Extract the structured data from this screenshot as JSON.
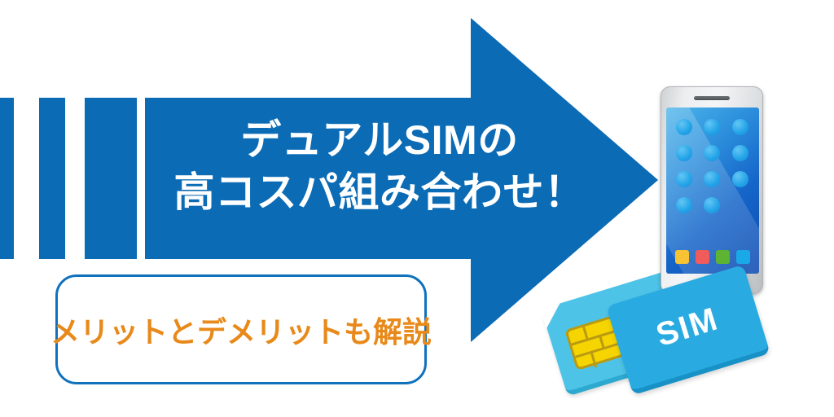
{
  "banner": {
    "headline_lines": [
      "デュアルSIMの",
      "高コスパ組み合わせ！"
    ],
    "subtitle": "メリットとデメリットも解説",
    "colors": {
      "brand_blue": "#0b6bb5",
      "box_border_blue": "#1071bd",
      "accent_orange": "#e8891a",
      "sim_front_blue": "#29abe2",
      "sim_back_blue": "#4ec3e8",
      "sim_chip_yellow": "#f5d400",
      "background": "#ffffff"
    }
  },
  "phone": {
    "app_dots": [
      "app-icon",
      "app-icon",
      "app-icon",
      "app-icon",
      "app-icon",
      "app-icon",
      "app-icon",
      "app-icon",
      "app-icon",
      "app-icon",
      "app-icon"
    ],
    "dock_icons": [
      {
        "name": "dock-icon-yellow",
        "color": "#f7c233"
      },
      {
        "name": "dock-icon-red",
        "color": "#f15b5b"
      },
      {
        "name": "dock-icon-green",
        "color": "#5cb432"
      },
      {
        "name": "dock-icon-blue",
        "color": "#19a8e8"
      }
    ]
  },
  "sim_cards": {
    "front_label": "SIM"
  },
  "icons": {
    "arrow": "right-arrow-icon",
    "phone": "smartphone-icon",
    "sim_front": "sim-card-icon",
    "sim_back": "sim-card-icon",
    "chip": "sim-chip-icon",
    "speaker": "phone-speaker-icon",
    "home": "phone-home-button-icon"
  }
}
